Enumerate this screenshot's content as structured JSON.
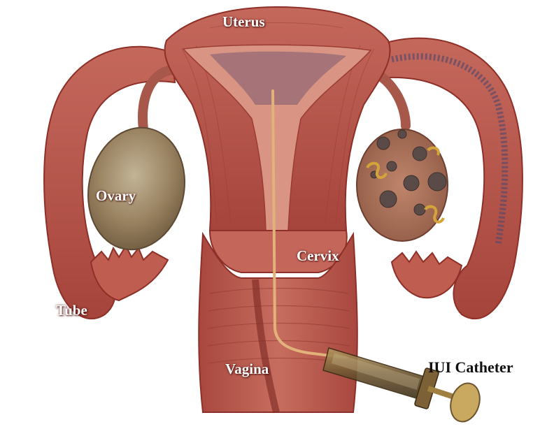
{
  "labels": {
    "uterus": "Uterus",
    "ovary": "Ovary",
    "cervix": "Cervix",
    "tube": "Tube",
    "vagina": "Vagina",
    "catheter": "IUI Catheter"
  },
  "colors": {
    "tissue": "#b9544a",
    "tissue_dark": "#8e2f28",
    "tissue_light": "#d88f7d",
    "lining": "#e0a08e",
    "ovary_left": "#9a8668",
    "ovary_right": "#a8705a",
    "follicle": "#5a4a48",
    "catheter": "#d9a86a",
    "syringe": "#8a7040"
  }
}
